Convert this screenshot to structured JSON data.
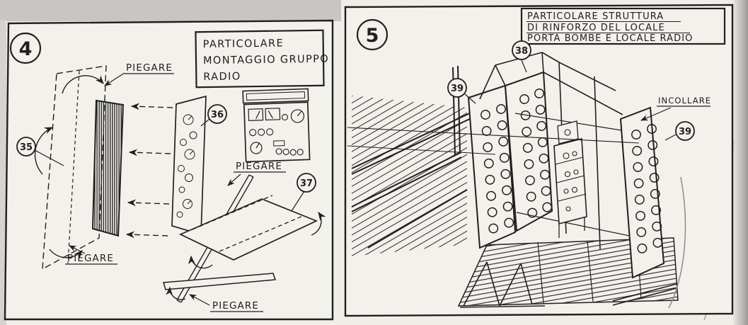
{
  "scan": {
    "paper_color": "#f3f1ec",
    "ink_color": "#21201d",
    "margin_color": "#c9c7c4"
  },
  "panel4": {
    "number": "4",
    "title_lines": [
      "PARTICOLARE",
      "MONTAGGIO GRUPPO",
      "RADIO"
    ],
    "fold_labels": [
      "PIEGARE",
      "PIEGARE",
      "PIEGARE",
      "PIEGARE"
    ],
    "part_numbers": [
      "35",
      "36",
      "37"
    ]
  },
  "panel5": {
    "number": "5",
    "title_lines": [
      "PARTICOLARE STRUTTURA",
      "DI RINFORZO DEL LOCALE",
      "PORTA BOMBE E LOCALE RADIO"
    ],
    "glue_label": "INCOLLARE",
    "part_numbers": [
      "38",
      "39",
      "39"
    ]
  }
}
